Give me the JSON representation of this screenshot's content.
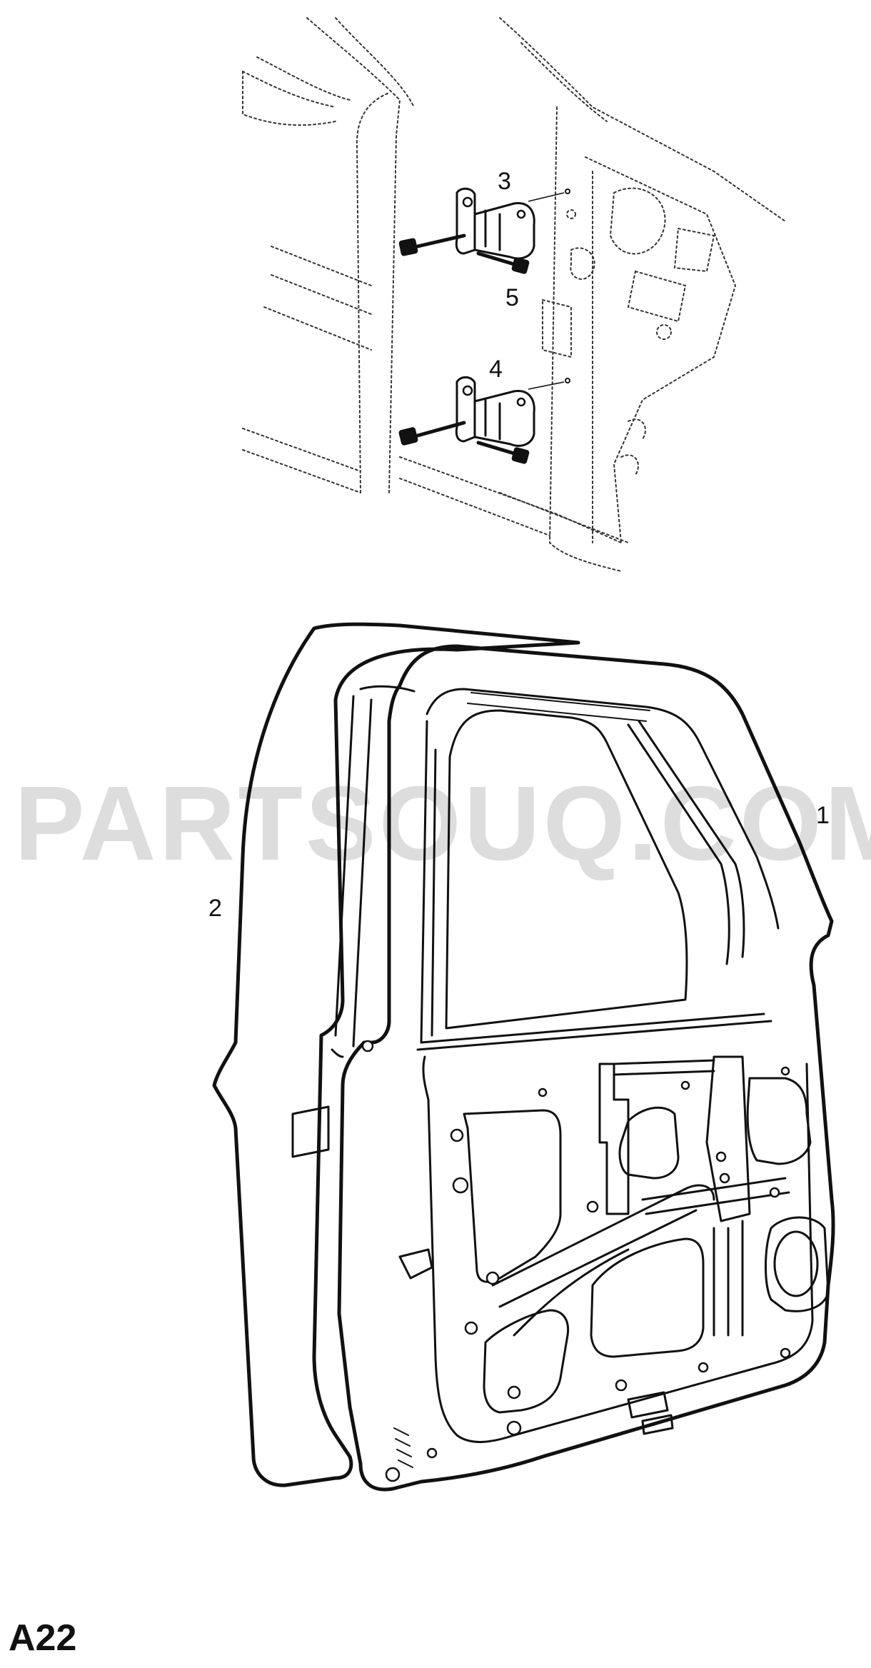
{
  "diagram": {
    "id_label": "A22",
    "watermark": "PARTSOUQ.COM",
    "callouts": [
      {
        "id": "1",
        "text": "1"
      },
      {
        "id": "2",
        "text": "2"
      },
      {
        "id": "3",
        "text": "3"
      },
      {
        "id": "4",
        "text": "4"
      },
      {
        "id": "5",
        "text": "5"
      }
    ]
  }
}
